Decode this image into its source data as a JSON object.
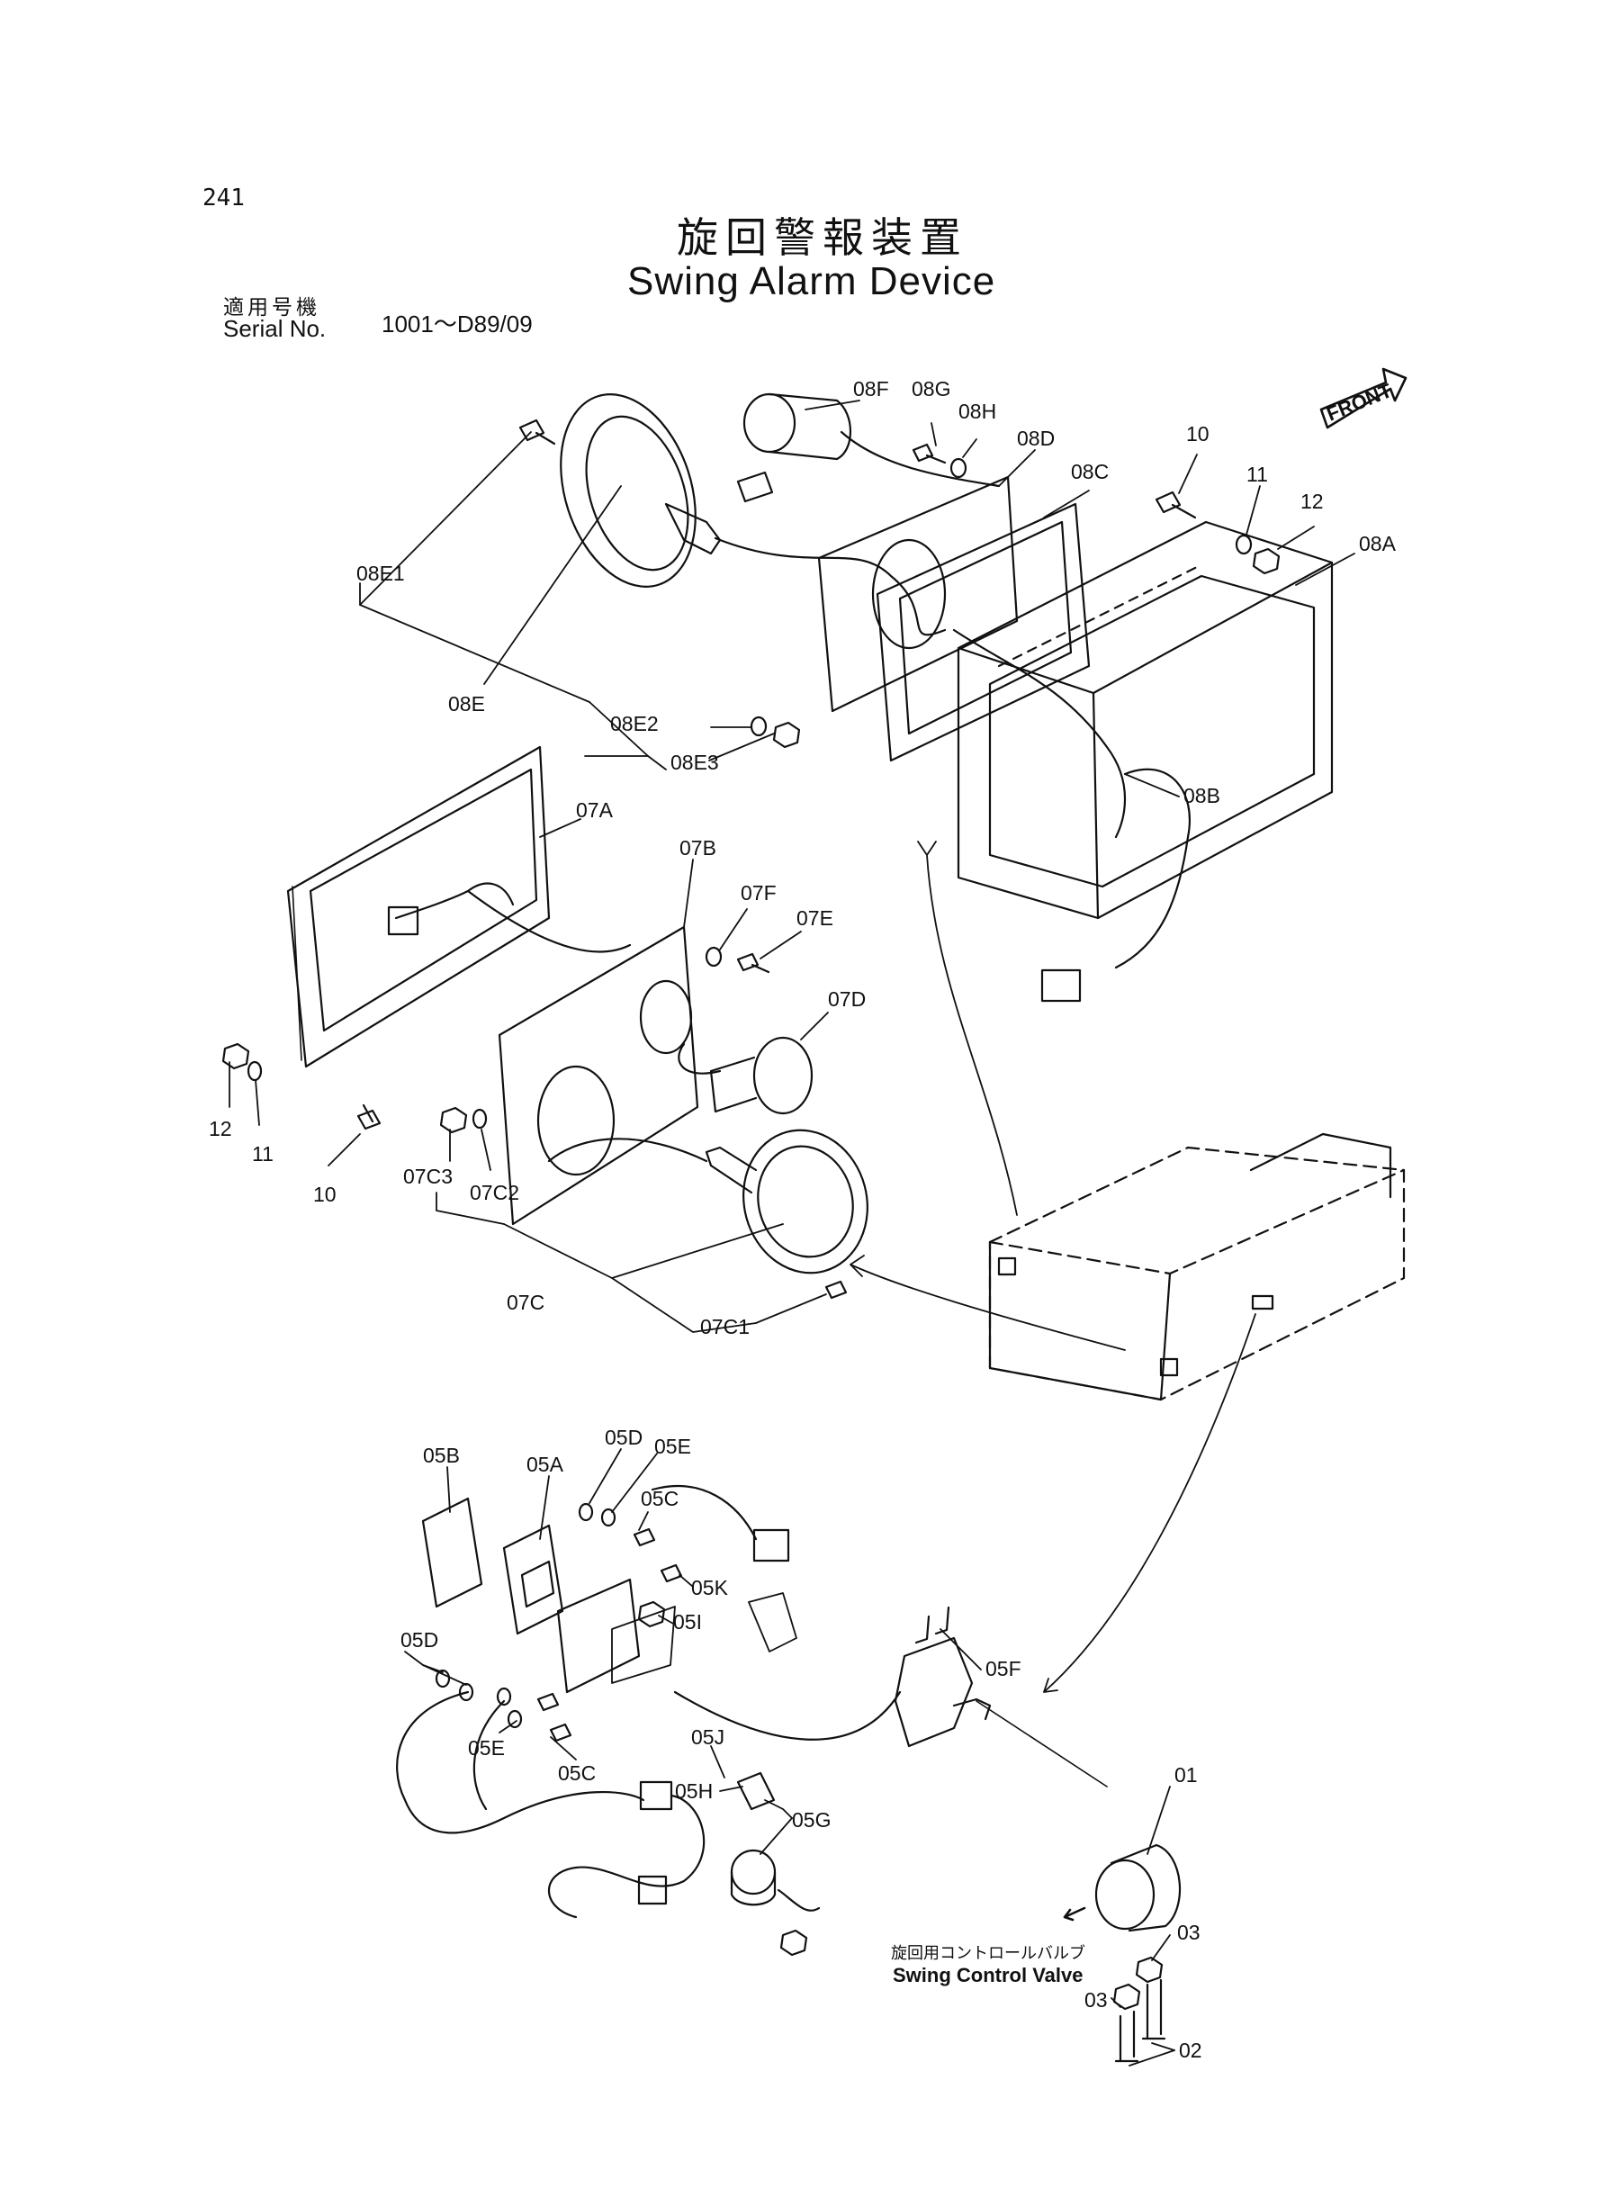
{
  "page_number": "241",
  "title_jp": "旋回警報装置",
  "title_en": "Swing Alarm Device",
  "serial": {
    "label_jp": "適用号機",
    "label_en": "Serial No.",
    "range": "1001～D89/09"
  },
  "front_label": "FRONT",
  "swing_control_valve": {
    "jp": "旋回用コントロールバルブ",
    "en": "Swing Control Valve"
  },
  "part_labels": {
    "p08F": "08F",
    "p08G": "08G",
    "p08H": "08H",
    "p08D": "08D",
    "p08C": "08C",
    "p08A": "08A",
    "p08E1": "08E1",
    "p08E": "08E",
    "p08E2": "08E2",
    "p08E3": "08E3",
    "p08B": "08B",
    "p10a": "10",
    "p11a": "11",
    "p12a": "12",
    "p07A": "07A",
    "p07B": "07B",
    "p07F": "07F",
    "p07E": "07E",
    "p07D": "07D",
    "p12b": "12",
    "p11b": "11",
    "p10b": "10",
    "p07C3": "07C3",
    "p07C2": "07C2",
    "p07C": "07C",
    "p07C1": "07C1",
    "p05B": "05B",
    "p05A": "05A",
    "p05D": "05D",
    "p05E": "05E",
    "p05C": "05C",
    "p05K": "05K",
    "p05I": "05I",
    "p05Db": "05D",
    "p05Eb": "05E",
    "p05Cb": "05C",
    "p05J": "05J",
    "p05H": "05H",
    "p05G": "05G",
    "p05F": "05F",
    "p01": "01",
    "p03a": "03",
    "p03b": "03",
    "p02": "02"
  }
}
